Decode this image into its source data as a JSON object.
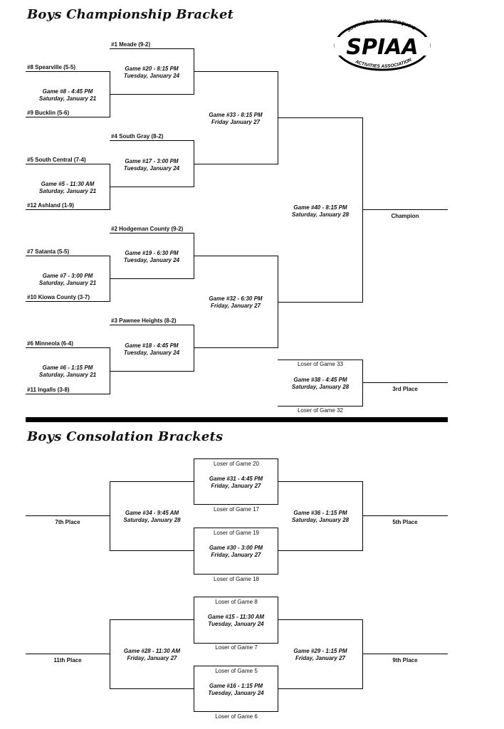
{
  "championship": {
    "title": "Boys Championship Bracket",
    "teams": [
      "#1 Meade (9-2)",
      "#8 Spearville (5-5)",
      "#9 Bucklin (5-6)",
      "#4 South Gray (8-2)",
      "#5 South Central (7-4)",
      "#12 Ashland (1-9)",
      "#2 Hodgeman County (9-2)",
      "#7 Satanta (5-5)",
      "#10 Kiowa County (3-7)",
      "#3 Pawnee Heights (8-2)",
      "#6 Minneola (6-4)",
      "#11 Ingalls (3-8)"
    ],
    "games": [
      {
        "name": "Game #8 - 4:45 PM",
        "date": "Saturday, January 21"
      },
      {
        "name": "Game #20 - 8:15 PM",
        "date": "Tuesday, January 24"
      },
      {
        "name": "Game #5 - 11:30 AM",
        "date": "Saturday, January 21"
      },
      {
        "name": "Game #17 - 3:00 PM",
        "date": "Tuesday, January 24"
      },
      {
        "name": "Game #7 - 3:00 PM",
        "date": "Saturday, January 21"
      },
      {
        "name": "Game #19 - 6:30 PM",
        "date": "Tuesday, January 24"
      },
      {
        "name": "Game #6 - 1:15 PM",
        "date": "Saturday, January 21"
      },
      {
        "name": "Game #18 - 4:45 PM",
        "date": "Tuesday, January 24"
      },
      {
        "name": "Game #33 - 8:15 PM",
        "date": "Friday January 27"
      },
      {
        "name": "Game #32 - 6:30 PM",
        "date": "Friday, January 27"
      },
      {
        "name": "Game #40 - 8:15 PM",
        "date": "Saturday, January 28"
      },
      {
        "name": "Game #38 - 4:45 PM",
        "date": "Saturday, January 28"
      }
    ],
    "champion_label": "Champion",
    "third_label": "3rd Place",
    "loser_33": "Loser of Game 33",
    "loser_32": "Loser of Game 32"
  },
  "logo": {
    "top_text": "SOUTHERN PLAINS-IROQUOIS",
    "main_text": "SPIAA",
    "bottom_text": "ACTIVITIES ASSOCIATION"
  },
  "consolation": {
    "title": "Boys Consolation Brackets",
    "losers": [
      "Loser of Game 20",
      "Loser of Game 17",
      "Loser of Game 19",
      "Loser of Game 18",
      "Loser of Game 8",
      "Loser of Game 7",
      "Loser of Game 5",
      "Loser of Game 6"
    ],
    "games": [
      {
        "name": "Game #31 - 4:45 PM",
        "date": "Friday, January 27"
      },
      {
        "name": "Game #30 - 3:00 PM",
        "date": "Friday, January 27"
      },
      {
        "name": "Game #34 - 9:45 AM",
        "date": "Saturday, January 28"
      },
      {
        "name": "Game #36 - 1:15 PM",
        "date": "Saturday, January 28"
      },
      {
        "name": "Game #15 - 11:30 AM",
        "date": "Tuesday, January 24"
      },
      {
        "name": "Game #16 - 1:15 PM",
        "date": "Tuesday, January 24"
      },
      {
        "name": "Game #28 - 11:30 AM",
        "date": "Friday, January 27"
      },
      {
        "name": "Game #29 - 1:15 PM",
        "date": "Friday, January 27"
      }
    ],
    "places": [
      "7th Place",
      "5th Place",
      "11th Place",
      "9th Place"
    ]
  }
}
